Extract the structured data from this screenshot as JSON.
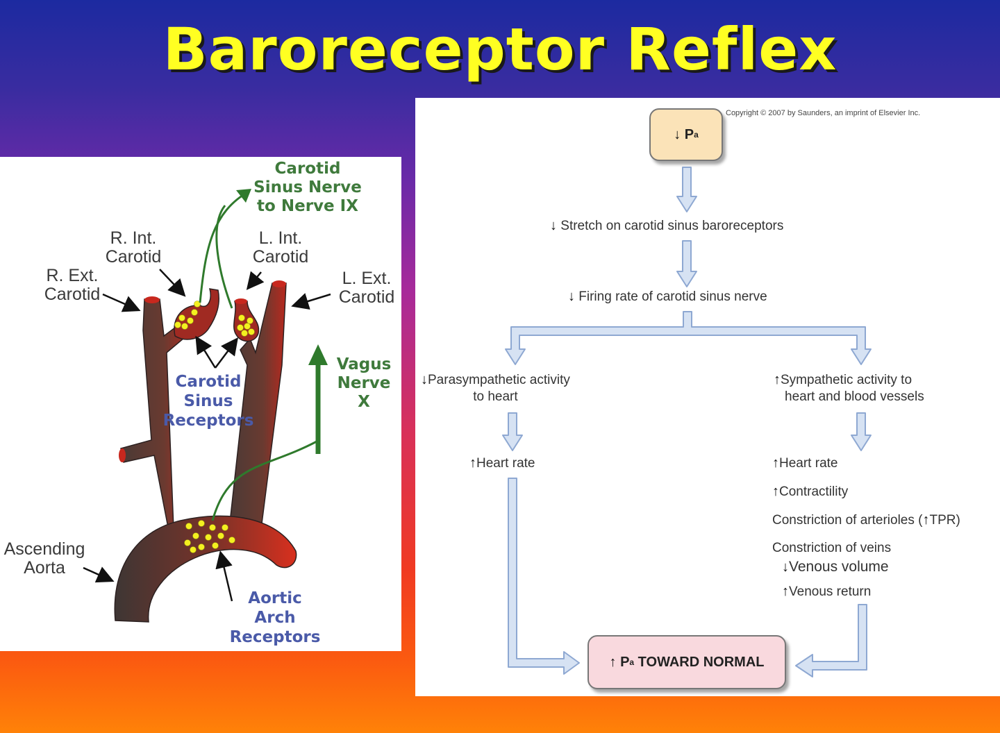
{
  "title": "Baroreceptor Reflex",
  "anatomy": {
    "carotid_sinus_nerve": [
      "Carotid",
      "Sinus Nerve",
      "to Nerve IX"
    ],
    "r_int_carotid": [
      "R. Int.",
      "Carotid"
    ],
    "l_int_carotid": [
      "L. Int.",
      "Carotid"
    ],
    "r_ext_carotid": [
      "R. Ext.",
      "Carotid"
    ],
    "l_ext_carotid": [
      "L. Ext.",
      "Carotid"
    ],
    "vagus_nerve": [
      "Vagus",
      "Nerve",
      "X"
    ],
    "carotid_sinus_receptors": [
      "Carotid",
      "Sinus",
      "Receptors"
    ],
    "ascending_aorta": [
      "Ascending",
      "Aorta"
    ],
    "aortic_arch_receptors": [
      "Aortic",
      "Arch",
      "Receptors"
    ],
    "colors": {
      "vessel_dark": "#4a3a36",
      "vessel_red": "#c8281e",
      "receptor": "#f4f020",
      "nerve": "#2f7a2c"
    }
  },
  "flow": {
    "copyright": "Copyright © 2007 by Saunders, an imprint of Elsevier Inc.",
    "start": {
      "arrow": "↓",
      "label": "P",
      "sub": "a"
    },
    "step1": {
      "arrow": "↓",
      "text": "Stretch on carotid sinus baroreceptors"
    },
    "step2": {
      "arrow": "↓",
      "text": "Firing rate of carotid sinus nerve"
    },
    "left_branch": {
      "arrow": "↓",
      "line1": "Parasympathetic activity",
      "line2": "to heart",
      "result_arrow": "↑",
      "result": "Heart rate"
    },
    "right_branch": {
      "arrow": "↑",
      "line1": "Sympathetic activity to",
      "line2": "heart and blood vessels",
      "effects": [
        {
          "arrow": "↑",
          "text": "Heart rate"
        },
        {
          "arrow": "↑",
          "text": "Contractility"
        }
      ],
      "constriction_arterioles": "Constriction of arterioles (",
      "tpr_arrow": "↑",
      "tpr": "TPR)",
      "constriction_veins": "Constriction of veins",
      "venous_volume": {
        "arrow": "↓",
        "text": "Venous volume"
      },
      "venous_return": {
        "arrow": "↑",
        "text": "Venous return"
      }
    },
    "end": {
      "arrow": "↑",
      "label": "P",
      "sub": "a",
      "text": " TOWARD NORMAL"
    },
    "colors": {
      "arrow_fill": "#d6e2f3",
      "arrow_stroke": "#8ea8d2",
      "start_box": "#fbe3b8",
      "end_box": "#f9d9de"
    }
  }
}
